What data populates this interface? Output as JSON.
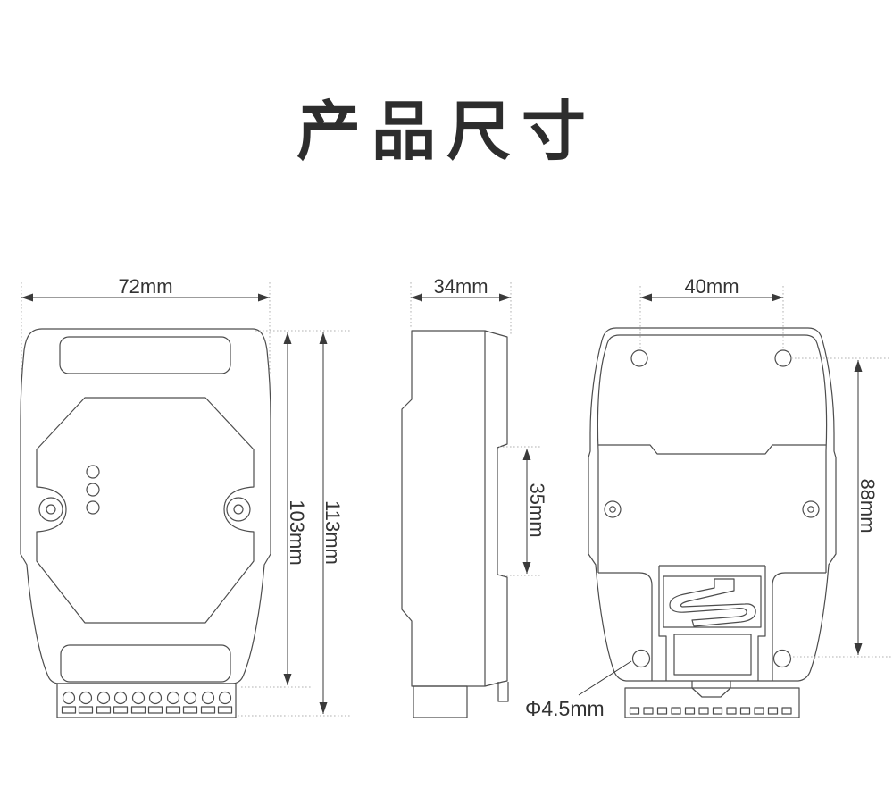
{
  "title": "产品尺寸",
  "colors": {
    "background": "#ffffff",
    "outline": "#4d4d4d",
    "dimension_line": "#3a3a3a",
    "extension_dotted": "#b0b0b0",
    "label_text": "#333333",
    "title_text": "#2d2d2d"
  },
  "dimensions": {
    "front_width": "72mm",
    "front_body_height": "103mm",
    "front_total_height": "113mm",
    "side_depth": "34mm",
    "side_din_rail": "35mm",
    "back_hole_spacing": "40mm",
    "back_hole_height": "88mm",
    "back_hole_diameter": "Φ4.5mm"
  }
}
